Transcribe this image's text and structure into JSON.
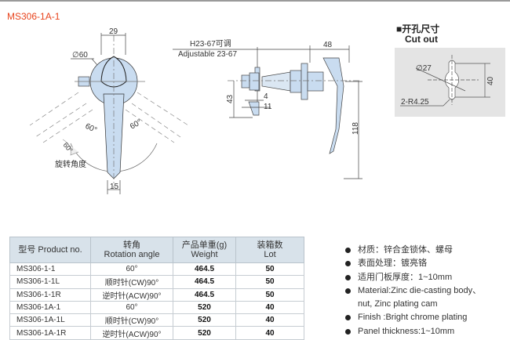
{
  "model_title": "MS306-1A-1",
  "front_view": {
    "width_top": "29",
    "diameter": "∅60",
    "angle_left": "60°",
    "angle_right": "60°",
    "angle_arrow": "60°",
    "rotation_label": "旋转角度",
    "width_bottom": "15"
  },
  "side_view": {
    "adjust_cn": "H23-67可调",
    "adjust_en": "Adjustable 23-67",
    "depth": "48",
    "cam_height": "43",
    "cam_4": "4",
    "cam_11": "11",
    "length": "118"
  },
  "cutout": {
    "title_cn": "■开孔尺寸",
    "title_en": "Cut out",
    "diameter": "∅27",
    "height": "40",
    "radius": "2-R4.25"
  },
  "table": {
    "headers": [
      {
        "cn": "型号 Product no.",
        "en": ""
      },
      {
        "cn": "转角",
        "en": "Rotation angle"
      },
      {
        "cn": "产品单重(g)",
        "en": "Weight"
      },
      {
        "cn": "装箱数",
        "en": "Lot"
      }
    ],
    "rows": [
      [
        "MS306-1-1",
        "60°",
        "464.5",
        "50"
      ],
      [
        "MS306-1-1L",
        "顺时针(CW)90°",
        "464.5",
        "50"
      ],
      [
        "MS306-1-1R",
        "逆时针(ACW)90°",
        "464.5",
        "50"
      ],
      [
        "MS306-1A-1",
        "60°",
        "520",
        "40"
      ],
      [
        "MS306-1A-1L",
        "顺时针(CW)90°",
        "520",
        "40"
      ],
      [
        "MS306-1A-1R",
        "逆时针(ACW)90°",
        "520",
        "40"
      ]
    ]
  },
  "specs": [
    "材质：锌合金锁体、螺母",
    "表面处理：镀亮铬",
    "适用门板厚度：1~10mm",
    "Material:Zinc die-casting body、",
    "nut, Zinc plating cam",
    "Finish :Bright chrome plating",
    "Panel thickness:1~10mm"
  ],
  "colors": {
    "accent": "#e8431c",
    "part_fill": "#c9dcf0",
    "table_header": "#d8e2ea",
    "cutout_bg": "#e4e4e4"
  }
}
